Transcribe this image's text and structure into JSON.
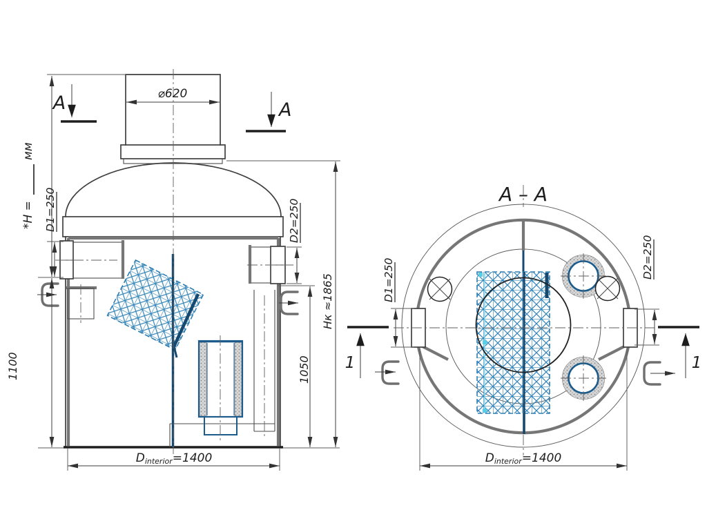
{
  "drawing": {
    "texts": {
      "neck_diameter": "⌀620",
      "height_prefix": "*H =",
      "height_units": "мм",
      "d1": "D1=250",
      "d2": "D2=250",
      "dim_1100": "1100",
      "dim_1050": "1050",
      "hk": "Hк ≈1865",
      "d_interior_symbol": "D",
      "d_interior_sub": "interior",
      "d_interior_value": "=1400",
      "section_title": "A – A",
      "section_letter": "A",
      "detail_number": "1"
    },
    "colors": {
      "main_line": "#3f3f3f",
      "thick_liner_gray": "#767676",
      "blue_structure": "#1b5c8c",
      "blue_mesh": "#2e7eb3",
      "cyan_accent": "#7fd7ec",
      "text": "#1d1d1d",
      "background": "#ffffff"
    }
  }
}
